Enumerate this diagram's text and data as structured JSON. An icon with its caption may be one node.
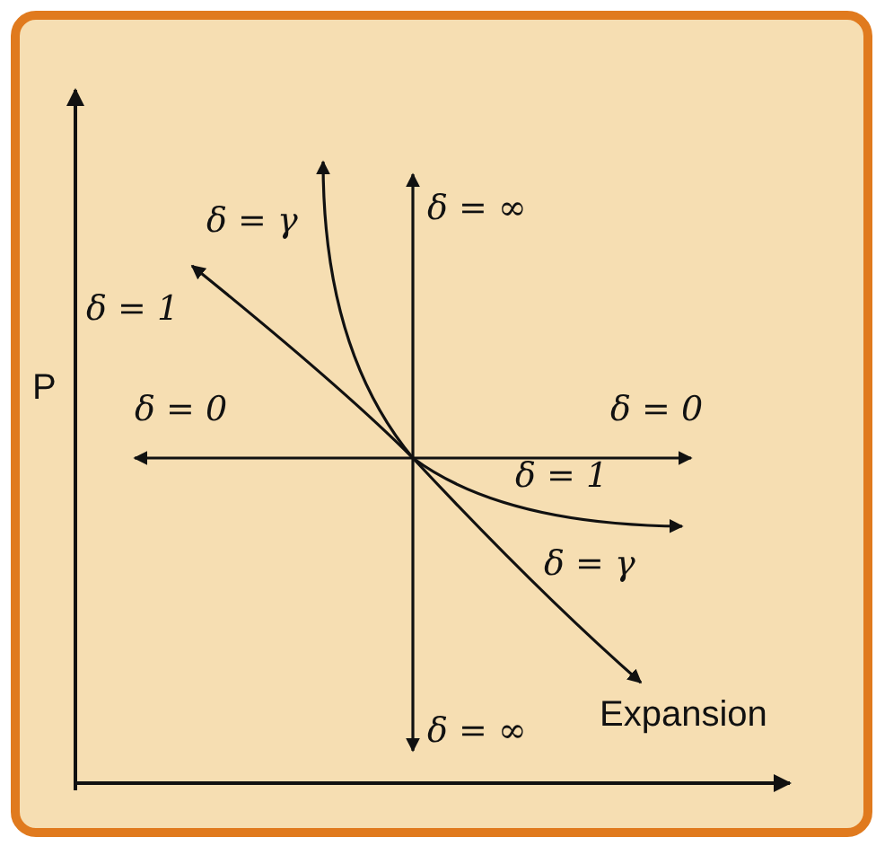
{
  "diagram": {
    "labels": [
      "P",
      "δ = 0",
      "δ = 1",
      "δ = γ",
      "δ = ∞",
      "δ = 0",
      "δ = 1",
      "δ = γ",
      "δ = ∞",
      "Expansion"
    ]
  }
}
